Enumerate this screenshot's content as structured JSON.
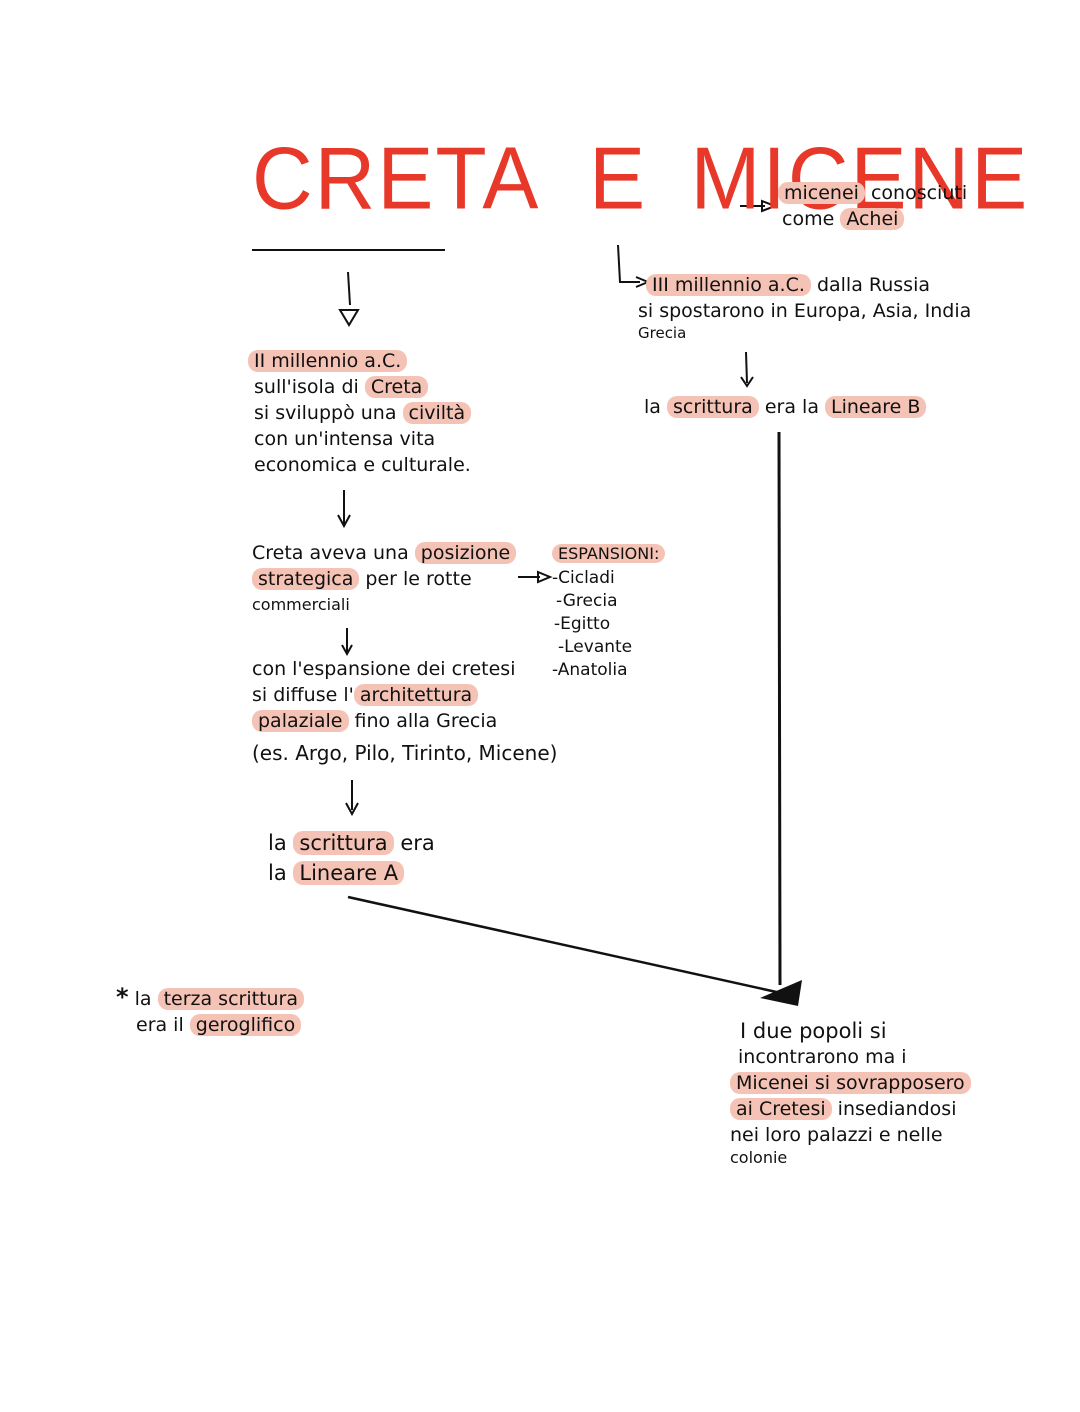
{
  "title": {
    "part1": "CRETA",
    "part2": "E",
    "part3": "MICENE"
  },
  "top_note": {
    "hl": "micenei",
    "rest1": " conosciuti",
    "line2_pre": "come ",
    "line2_hl": "Achei"
  },
  "migration": {
    "hl": "III millennio a.C.",
    "rest": " dalla Russia",
    "line2": "si spostarono in Europa, Asia, India",
    "line3": "Grecia"
  },
  "linear_b": {
    "pre": "la ",
    "hl1": "scrittura",
    "mid": " era la ",
    "hl2": "Lineare B"
  },
  "crete_block": {
    "hl1": "II millennio a.C.",
    "l2_pre": "sull'isola di ",
    "l2_hl": "Creta",
    "l3_pre": "si sviluppò una ",
    "l3_hl": "civiltà",
    "l4": "con un'intensa vita",
    "l5": "economica e culturale."
  },
  "position_block": {
    "l1_pre": "Creta aveva una ",
    "l1_hl": "posizione",
    "l2_hl": "strategica",
    "l2_rest": " per le rotte",
    "l3": "commerciali"
  },
  "expansions": {
    "heading": "ESPANSIONI:",
    "items": [
      "-Cicladi",
      "-Grecia",
      "-Egitto",
      "-Levante",
      "-Anatolia"
    ]
  },
  "architecture_block": {
    "l1": "con l'espansione dei cretesi",
    "l2_pre": "si diffuse l'",
    "l2_hl": "architettura",
    "l3_hl": "palaziale",
    "l3_rest": " fino alla Grecia",
    "l4": "(es. Argo, Pilo, Tirinto, Micene)"
  },
  "linear_a": {
    "l1_pre": "la ",
    "l1_hl": "scrittura",
    "l1_rest": " era",
    "l2_pre": "la ",
    "l2_hl": "Lineare A"
  },
  "third_writing": {
    "star": "*",
    "l1_pre": " la ",
    "l1_hl": "terza scrittura",
    "l2_pre": "era il ",
    "l2_hl": "geroglifico"
  },
  "conclusion": {
    "l1": "I due popoli si",
    "l2": "incontrarono ma i",
    "l3_hl": "Micenei si sovrapposero",
    "l4_hl": "ai Cretesi",
    "l4_rest": " insediandosi",
    "l5": "nei loro palazzi e nelle",
    "l6": "colonie"
  },
  "colors": {
    "title": "#e8382a",
    "highlight": "#f5c3b5",
    "ink": "#111111"
  }
}
